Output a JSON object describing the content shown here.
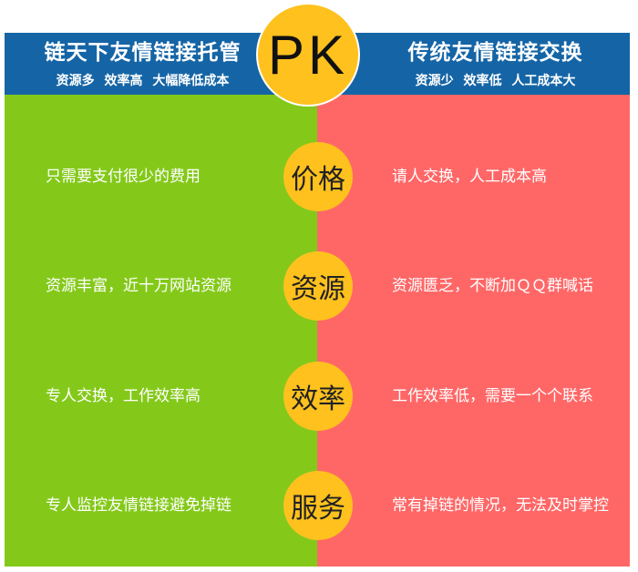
{
  "left_header": {
    "title": "链天下友情链接托管",
    "subtitle": "资源多   效率高   大幅降低成本"
  },
  "right_header": {
    "title": "传统友情链接交换",
    "subtitle": "资源少   效率低   人工成本大"
  },
  "pk_label": "PK",
  "rows": [
    {
      "badge": "价格",
      "left": "只需要支付很少的费用",
      "right": "请人交换，人工成本高"
    },
    {
      "badge": "资源",
      "left": "资源丰富，近十万网站资源",
      "right": "资源匮乏，不断加ＱＱ群喊话"
    },
    {
      "badge": "效率",
      "left": "专人交换，工作效率高",
      "right": "工作效率低，需要一个个联系"
    },
    {
      "badge": "服务",
      "left": "专人监控友情链接避免掉链",
      "right": "常有掉链的情况，无法及时掌控"
    }
  ],
  "colors": {
    "header_blue": "#1565a6",
    "left_green": "#84c91a",
    "right_red": "#ff6767",
    "badge_yellow": "#ffc11e"
  }
}
